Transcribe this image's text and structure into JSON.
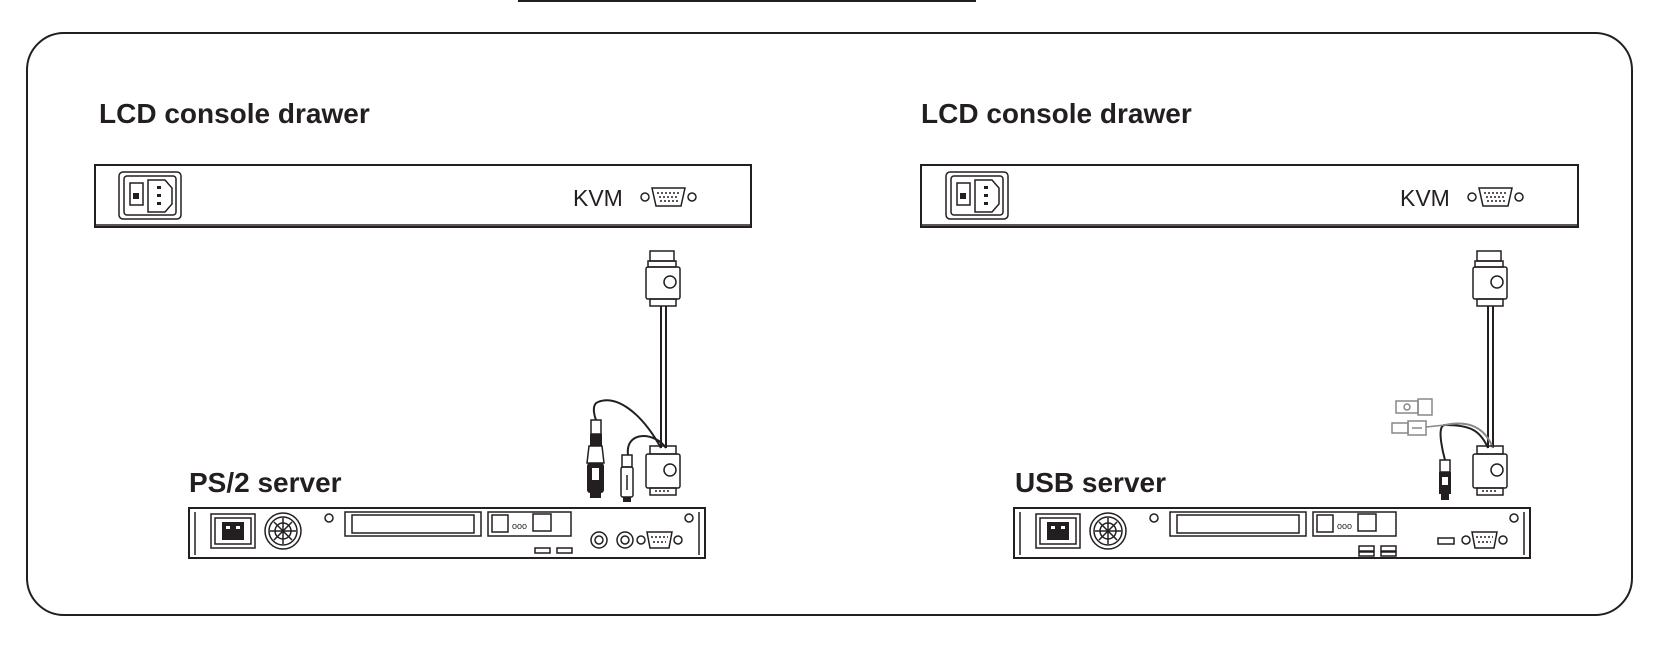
{
  "diagram": {
    "left_panel": {
      "drawer_title": "LCD console drawer",
      "kvm_port_label": "KVM",
      "server_title": "PS/2 server",
      "server_type": "PS/2"
    },
    "right_panel": {
      "drawer_title": "LCD console drawer",
      "kvm_port_label": "KVM",
      "server_title": "USB server",
      "server_type": "USB"
    }
  }
}
